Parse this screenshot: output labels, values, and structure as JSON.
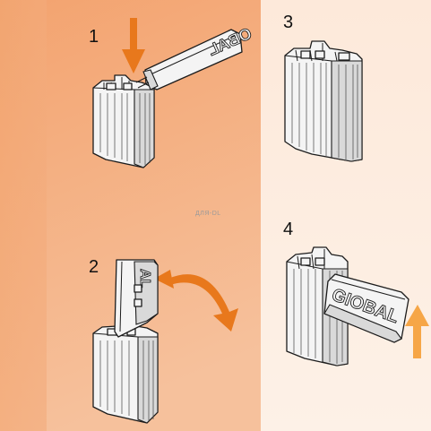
{
  "steps": {
    "one": "1",
    "two": "2",
    "three": "3",
    "four": "4"
  },
  "tool_label": {
    "step1": "OBAL",
    "step2": "AL",
    "step4": "GIOBAL"
  },
  "watermark": "ДЛЯ-DL",
  "colors": {
    "left_panel_top": "#f3a36f",
    "left_panel_bottom": "#f6c19c",
    "right_panel_top": "#fde9da",
    "right_panel_bottom": "#fdf1e7",
    "arrow_dark": "#e8781c",
    "arrow_light": "#f6a647"
  },
  "icons": {
    "down_arrow": "down-arrow-icon",
    "curved_arrow": "curved-arrow-icon",
    "up_arrow": "up-arrow-icon"
  }
}
